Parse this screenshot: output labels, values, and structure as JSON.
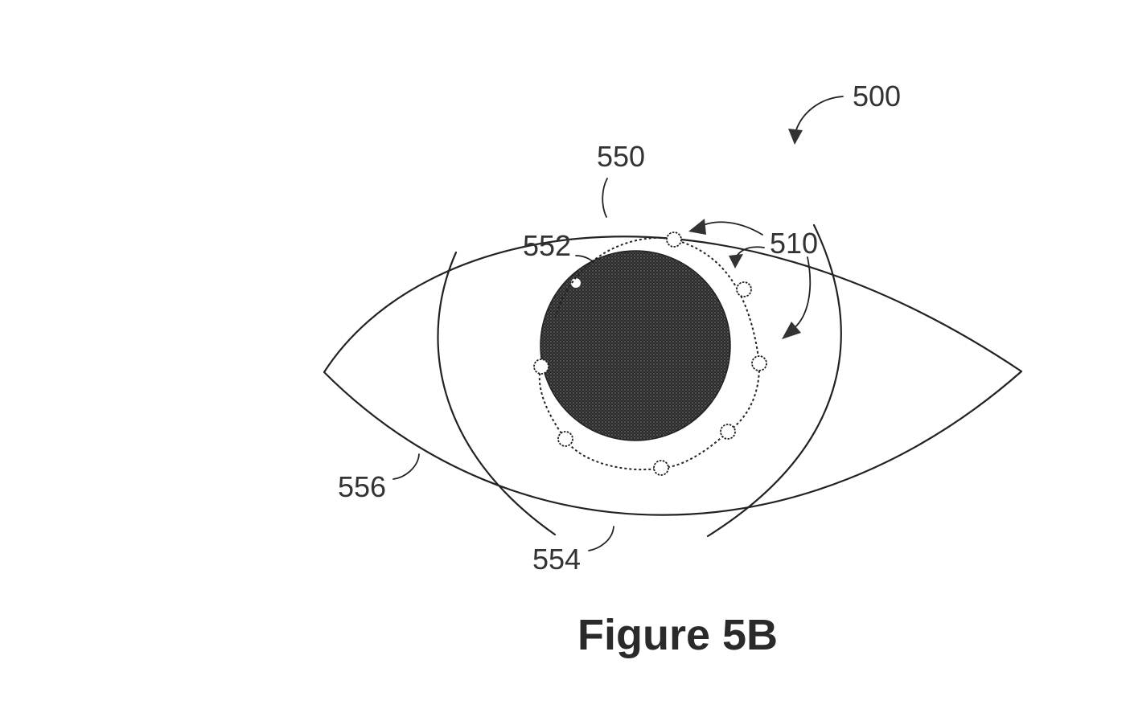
{
  "figure": {
    "caption": "Figure 5B",
    "reference_number": "500"
  },
  "labels": {
    "sclera": "550",
    "pupil": "552",
    "iris": "554",
    "eyelid_region": "556",
    "markers": "510"
  },
  "colors": {
    "line": "#222222",
    "pupil_fill": "#3a3a3a",
    "background": "#ffffff"
  },
  "markers": {
    "count": 8,
    "description": "dotted circle of small ring markers around pupil"
  }
}
